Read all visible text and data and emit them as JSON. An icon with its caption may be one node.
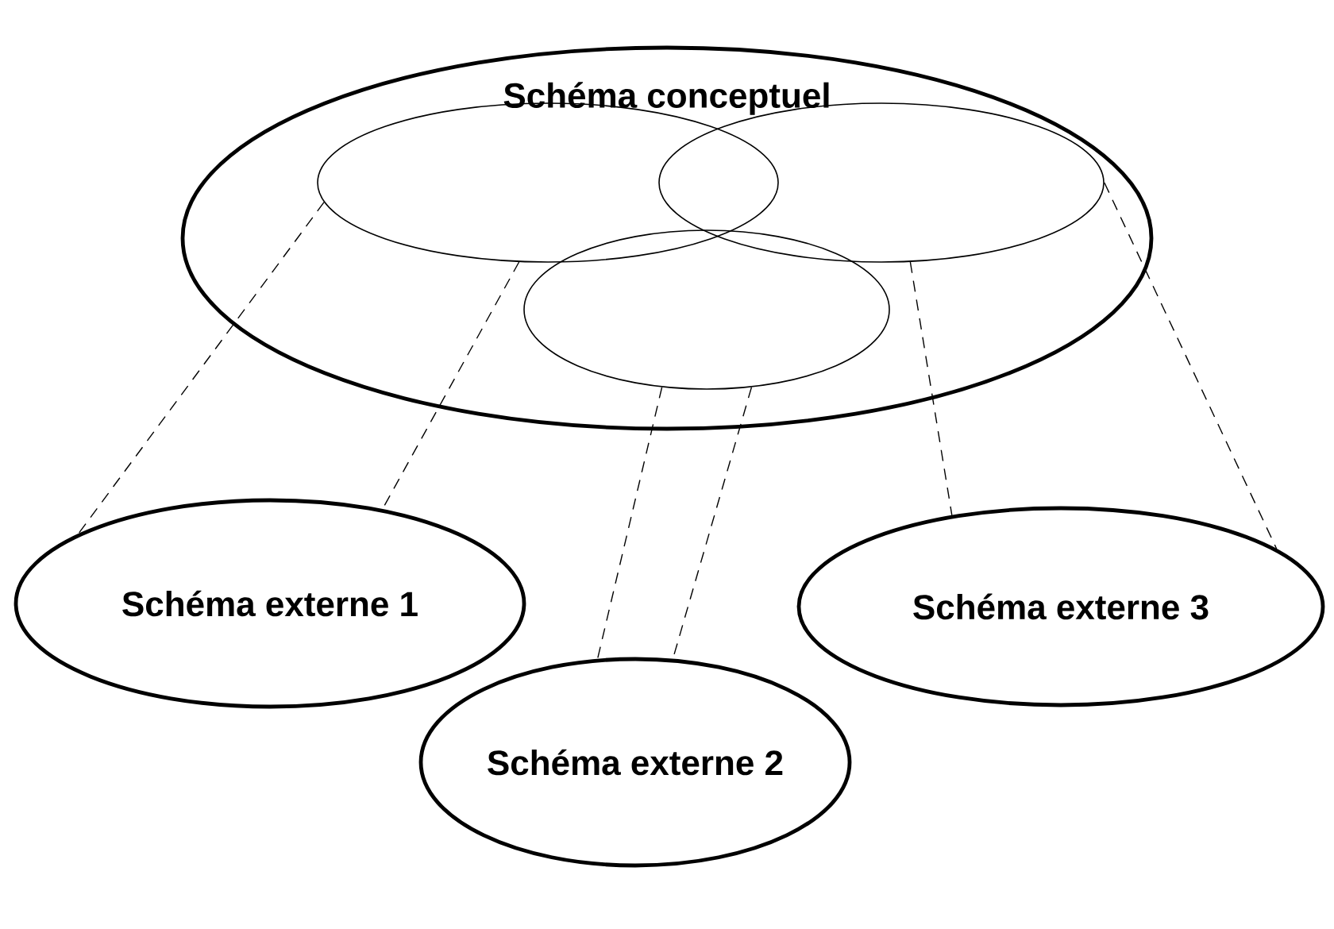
{
  "diagram": {
    "nodes": [
      {
        "text": [
          "Schéma conceptuel"
        ]
      },
      {
        "text": [],
        "shape": "circle",
        "in": 0
      },
      {
        "text": [],
        "shape": "circle",
        "in": 0
      },
      {
        "text": [],
        "shape": "circle",
        "in": 0
      },
      {
        "text": [
          "Schéma externe 1"
        ]
      },
      {
        "text": [
          "Schéma externe 2"
        ]
      },
      {
        "text": [
          "Schéma externe 3"
        ]
      }
    ],
    "edges": [
      {
        "from": 1,
        "to": 4,
        "arrow": "none",
        "style": "dashed"
      },
      {
        "from": 1,
        "to": 4,
        "arrow": "none",
        "style": "dashed"
      },
      {
        "from": 2,
        "to": 5,
        "arrow": "none",
        "style": "dashed"
      },
      {
        "from": 2,
        "to": 5,
        "arrow": "none",
        "style": "dashed"
      },
      {
        "from": 3,
        "to": 6,
        "arrow": "none",
        "style": "dashed"
      },
      {
        "from": 3,
        "to": 6,
        "arrow": "none",
        "style": "dashed"
      }
    ]
  }
}
